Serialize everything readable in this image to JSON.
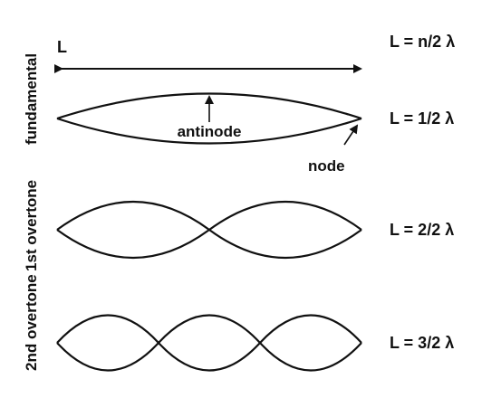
{
  "labels": {
    "length": "L",
    "general_formula": "L = n/2 λ",
    "antinode": "antinode",
    "node": "node"
  },
  "side_labels": {
    "second_overtone": "2nd overtone",
    "first_overtone": "1st overtone",
    "fundamental": "fundamental"
  },
  "harmonics": [
    {
      "loops": 1,
      "equation": "L = 1/2 λ"
    },
    {
      "loops": 2,
      "equation": "L = 2/2 λ"
    },
    {
      "loops": 3,
      "equation": "L = 3/2 λ"
    }
  ],
  "colors": {
    "ink": "#111111",
    "background": "#ffffff"
  }
}
